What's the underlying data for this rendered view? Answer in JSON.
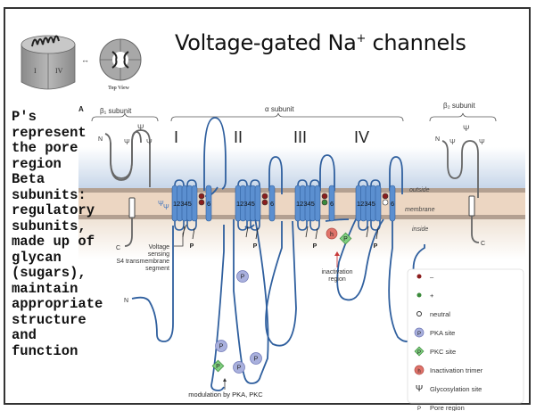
{
  "title": {
    "main": "Voltage-gated Na",
    "superscript": "+",
    "rest": " channels"
  },
  "thumbnail": {
    "domain_labels": [
      "I",
      "IV"
    ],
    "top_view_label": "Top View",
    "arrow": "↔"
  },
  "notes": "P's\nrepresent\nthe pore\nregion\nBeta\nsubunits:\nregulatory\nsubunits,\nmade up of\nglycan\n(sugars),\nmaintain\nappropriate\nstructure\nand\nfunction",
  "figure": {
    "panel_label": "A",
    "beta1_label": "β₁ subunit",
    "alpha_label": "α subunit",
    "beta2_label": "β₂ subunit",
    "domains": [
      "I",
      "II",
      "III",
      "IV"
    ],
    "segment_numbers": "12345",
    "segment_six": "6",
    "n_terminal": "N",
    "c_terminal": "C",
    "pore_label": "P",
    "layers": {
      "outside": "outside",
      "membrane": "membrane",
      "inside": "inside"
    },
    "voltage_sensor_label": [
      "Voltage",
      "sensing",
      "S4 transmembrane",
      "segment"
    ],
    "inactivation_label": [
      "inactivation",
      "region"
    ],
    "modulation_label": "modulation by PKA, PKC",
    "phospho_label": "P",
    "h_label": "h"
  },
  "legend": {
    "items": [
      {
        "symbol": "red-dot",
        "label": "–"
      },
      {
        "symbol": "green-dot",
        "label": "+"
      },
      {
        "symbol": "open-dot",
        "label": "neutral"
      },
      {
        "symbol": "P",
        "label": "PKA site"
      },
      {
        "symbol": "P",
        "label": "PKC site"
      },
      {
        "symbol": "h",
        "label": "Inactivation trimer"
      },
      {
        "symbol": "Ψ",
        "label": "Glycosylation site"
      },
      {
        "symbol": "P",
        "label": "Pore region"
      }
    ]
  },
  "colors": {
    "channel_blue": "#5b8fd0",
    "line_blue": "#2f5f9e",
    "membrane": "#ecd7c4",
    "membrane_edge": "#b09a8a",
    "outside_top": "#ffffff",
    "outside_bottom": "#c9d8ea",
    "negative": "#8b1d1d",
    "positive": "#3b8a3b",
    "pka": "#a9b0dd",
    "pkc": "#7fcf7f",
    "inactivation": "#e0736a"
  }
}
